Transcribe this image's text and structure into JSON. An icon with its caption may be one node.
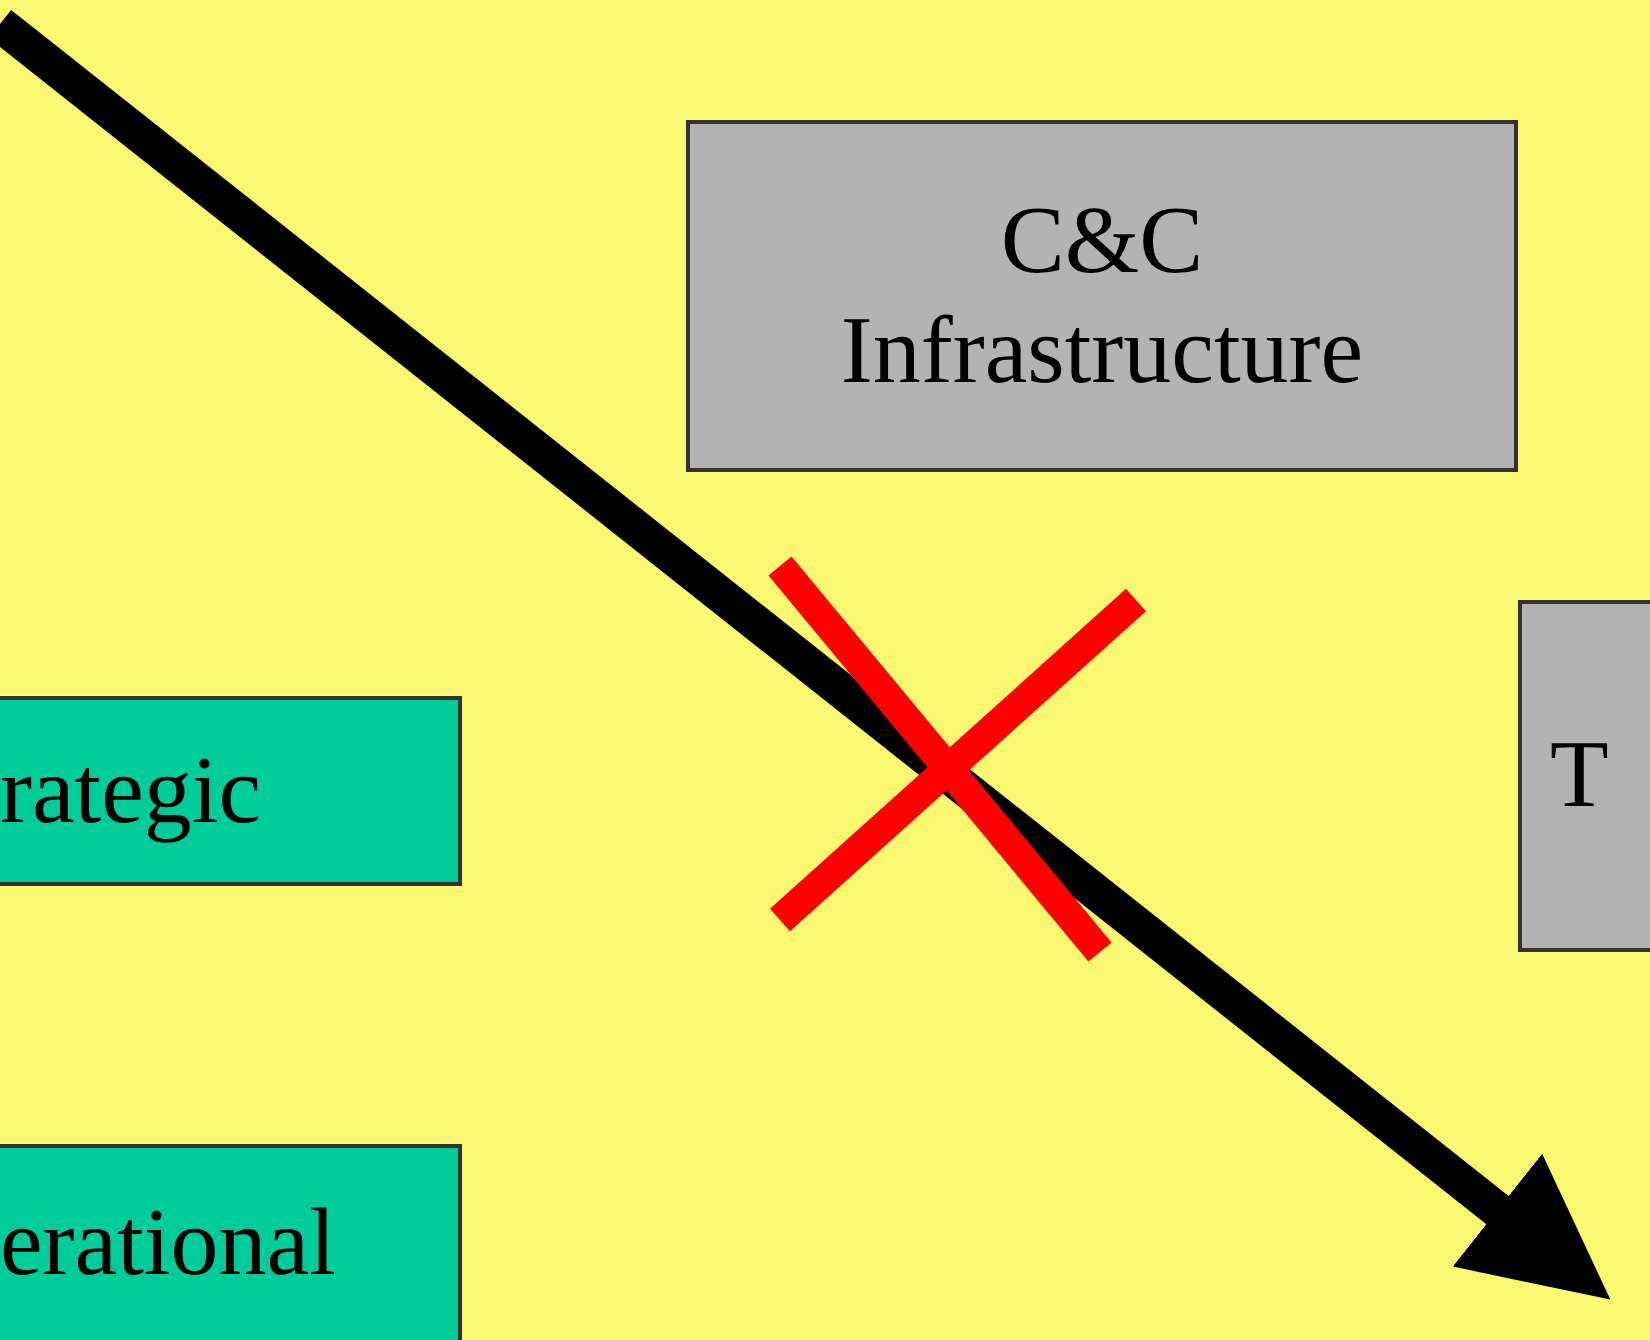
{
  "diagram": {
    "nodes": [
      {
        "text": [
          "C&C Infrastructure"
        ]
      },
      {
        "text": [
          "rategic"
        ]
      },
      {
        "text": [
          "T"
        ]
      },
      {
        "text": [
          "erational"
        ]
      }
    ],
    "edges": []
  }
}
